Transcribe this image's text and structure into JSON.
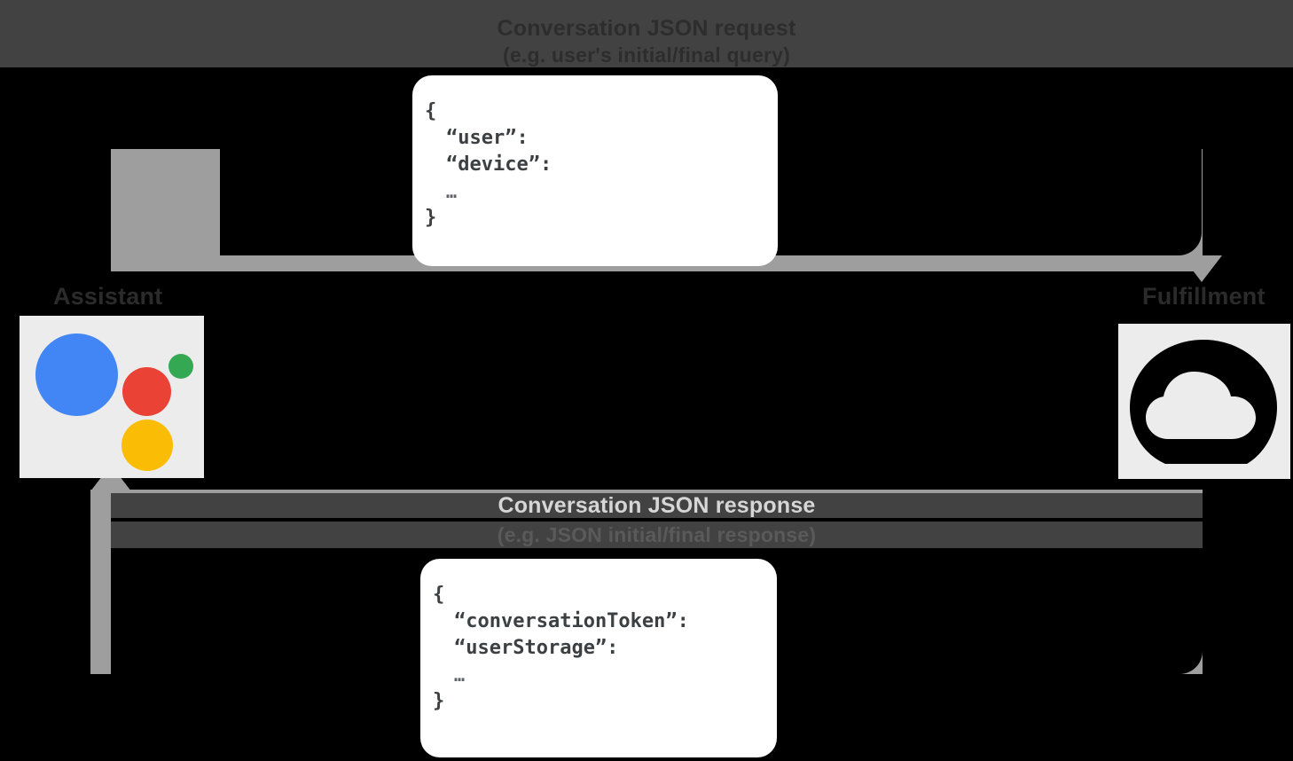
{
  "diagram": {
    "type": "conversation-flow",
    "background_color": "#000000",
    "band_color": "#424242",
    "arrow_color": "#9e9e9e",
    "card_color": "#ffffff"
  },
  "request": {
    "title": "Conversation JSON request",
    "subtitle": "(e.g. user's initial/final query)"
  },
  "response": {
    "title": "Conversation JSON response",
    "subtitle": "(e.g. JSON initial/final response)"
  },
  "nodes": {
    "assistant": {
      "label": "Assistant",
      "icon": "google-assistant-icon",
      "colors": {
        "blue": "#4285F4",
        "red": "#EA4335",
        "green": "#34A853",
        "yellow": "#FBBC05"
      }
    },
    "fulfillment": {
      "label": "Fulfillment",
      "icon": "cloud-icon",
      "color": "#000000"
    }
  },
  "json_request_card": {
    "name": "conversation-json-request-card",
    "lines": [
      {
        "text": "{",
        "indent": false,
        "ellipsis": false
      },
      {
        "text": "“user”:",
        "indent": true,
        "ellipsis": false
      },
      {
        "text": "“device”:",
        "indent": true,
        "ellipsis": false
      },
      {
        "text": "…",
        "indent": true,
        "ellipsis": true
      },
      {
        "text": "}",
        "indent": false,
        "ellipsis": false
      }
    ]
  },
  "json_response_card": {
    "name": "conversation-json-response-card",
    "lines": [
      {
        "text": "{",
        "indent": false,
        "ellipsis": false
      },
      {
        "text": "“conversationToken”:",
        "indent": true,
        "ellipsis": false
      },
      {
        "text": "“userStorage”:",
        "indent": true,
        "ellipsis": false
      },
      {
        "text": "…",
        "indent": true,
        "ellipsis": true
      },
      {
        "text": "}",
        "indent": false,
        "ellipsis": false
      }
    ]
  }
}
